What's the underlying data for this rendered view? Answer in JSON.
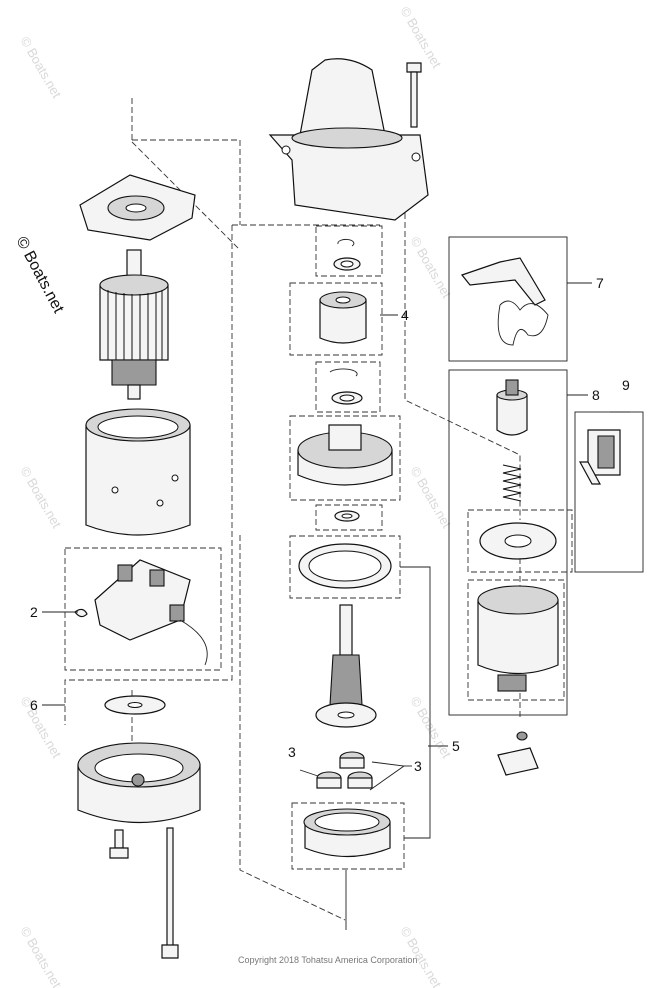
{
  "brand_label": "© Boats.net",
  "watermark_text": "© Boats.net",
  "copyright": "Copyright 2018 Tohatsu America Corporation",
  "callouts": {
    "c2": "2",
    "c3_left": "3",
    "c3_right": "3",
    "c4": "4",
    "c5": "5",
    "c6": "6",
    "c7": "7",
    "c8": "8",
    "c9": "9"
  },
  "colors": {
    "line": "#111111",
    "watermark": "#d9d9d9"
  }
}
